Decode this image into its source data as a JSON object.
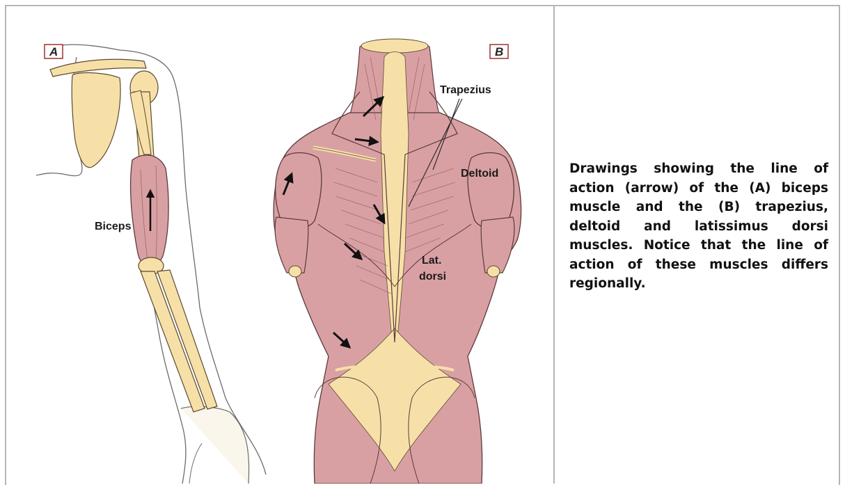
{
  "figure": {
    "panel_a_tag": "A",
    "panel_b_tag": "B",
    "labels": {
      "biceps": "Biceps",
      "trapezius": "Trapezius",
      "deltoid": "Deltoid",
      "lat_dorsi_line1": "Lat.",
      "lat_dorsi_line2": "dorsi"
    },
    "colors": {
      "muscle": "#d9a0a4",
      "bone": "#f7e0a8",
      "outline": "#5a3a3a",
      "tag_border": "#a0302f"
    }
  },
  "caption": "Drawings showing the line of action (arrow) of the (A) biceps muscle and the (B) trapezius, deltoid and latissimus dorsi muscles. Notice that the line of action of these muscles differs regionally."
}
